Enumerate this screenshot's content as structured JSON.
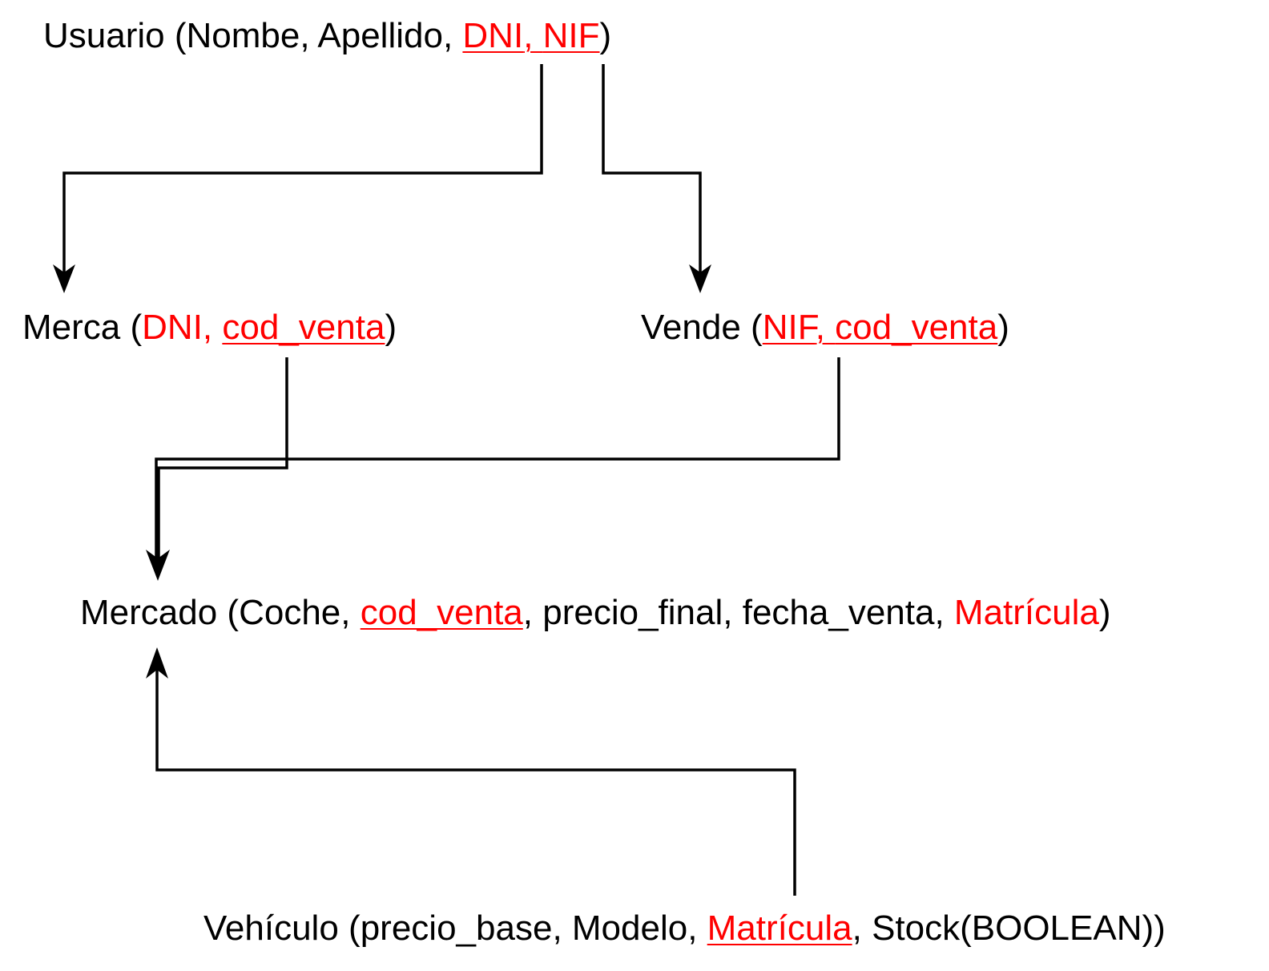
{
  "diagram": {
    "relations": {
      "usuario": {
        "name": "Usuario",
        "open": " (",
        "close": ")",
        "attributes": [
          "Nombe",
          "Apellido",
          "DNI",
          "NIF"
        ]
      },
      "merca": {
        "name": "Merca",
        "open": " (",
        "close": ")",
        "attributes": [
          "DNI",
          "cod_venta"
        ]
      },
      "vende": {
        "name": "Vende",
        "open": " (",
        "close": ")",
        "attributes": [
          "NIF",
          "cod_venta"
        ]
      },
      "mercado": {
        "name": "Mercado",
        "open": " (",
        "close": ")",
        "attributes": [
          "Coche",
          "cod_venta",
          "precio_final",
          "fecha_venta",
          "Matrícula"
        ]
      },
      "vehiculo": {
        "name": "Vehículo",
        "open": " (",
        "close": ")",
        "attributes": [
          "precio_base",
          "Modelo",
          "Matrícula",
          "Stock(BOOLEAN)"
        ]
      }
    },
    "separator": ", ",
    "key_color": "#ff0000",
    "text_color": "#000000",
    "line_color": "#000000",
    "connectors": [
      {
        "from": "Usuario.DNI",
        "to": "Merca"
      },
      {
        "from": "Usuario.NIF",
        "to": "Vende"
      },
      {
        "from": "Merca.cod_venta",
        "to": "Mercado"
      },
      {
        "from": "Vende.cod_venta",
        "to": "Mercado"
      },
      {
        "from": "Vehículo.Matrícula",
        "to": "Mercado"
      }
    ]
  }
}
